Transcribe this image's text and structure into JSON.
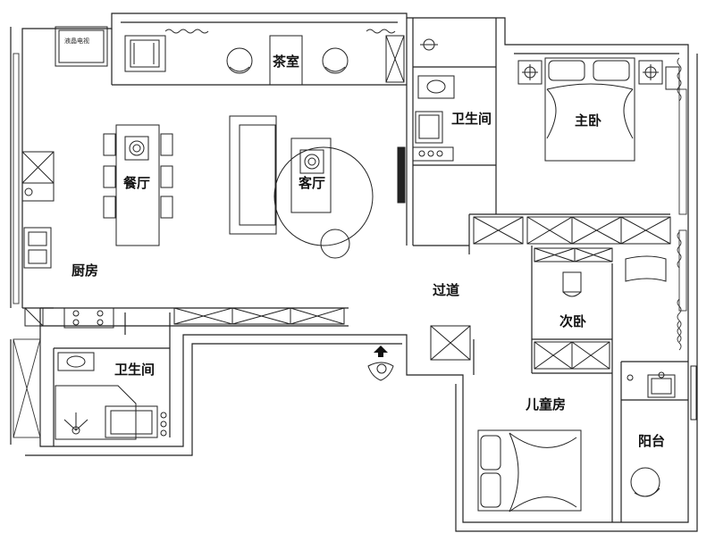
{
  "rooms": {
    "tea_room": "茶室",
    "master_bedroom": "主卧",
    "master_bathroom": "卫生间",
    "dining_room": "餐厅",
    "living_room": "客厅",
    "kitchen": "厨房",
    "hallway": "过道",
    "second_bedroom": "次卧",
    "guest_bathroom": "卫生间",
    "kids_room": "儿童房",
    "balcony": "阳台"
  },
  "tv_label": "液晶电视"
}
